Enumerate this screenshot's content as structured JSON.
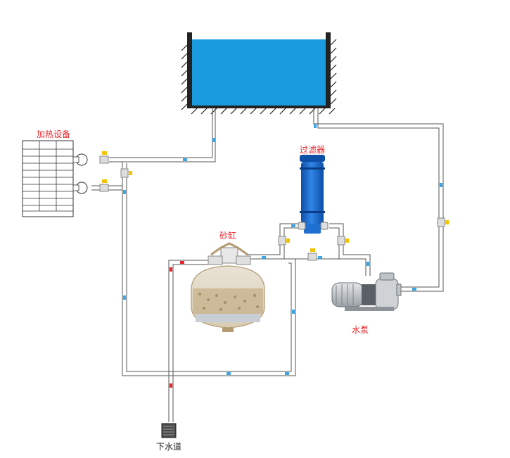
{
  "labels": {
    "heater": "加热设备",
    "filter": "过滤器",
    "sand_tank": "砂缸",
    "pump": "水泵",
    "drain": "下水道"
  },
  "colors": {
    "pool_water": "#1a9be0",
    "pipe_outline": "#555555",
    "flow_arrow_blue": "#3aa6e8",
    "flow_arrow_red": "#e8242b",
    "label_red": "#e8242b",
    "valve_yellow": "#f5c400",
    "filter_blue": "#1f6fd0"
  },
  "icons": [
    "pool-tank",
    "heater-unit",
    "filter-canister",
    "sand-filter-tank",
    "water-pump",
    "drain-grate",
    "ball-valve",
    "flow-arrow"
  ]
}
